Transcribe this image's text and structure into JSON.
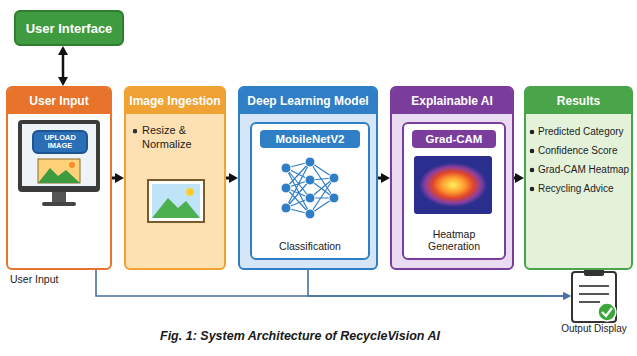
{
  "diagram": {
    "caption": "Fig. 1: System Architecture of RecycleVision AI",
    "nodes": [
      {
        "text": [
          "User Interface"
        ]
      },
      {
        "text": [
          "User Input"
        ]
      },
      {
        "text": [
          "UPLOAD IMAGE"
        ],
        "in": 1
      },
      {
        "text": [
          "Image Ingestion",
          "Resize & Normalize"
        ]
      },
      {
        "text": [
          "Deep Learning Model"
        ]
      },
      {
        "text": [
          "MobileNetV2",
          "Classification"
        ],
        "in": 4
      },
      {
        "text": [
          "Explainable AI"
        ]
      },
      {
        "text": [
          "Grad-CAM",
          "Heatmap Generation"
        ],
        "in": 6
      },
      {
        "text": [
          "Results",
          "Predicted Category",
          "Confidence Score",
          "Grad-CAM Heatmap",
          "Recycling Advice"
        ]
      },
      {
        "text": [
          "Output Display"
        ]
      }
    ],
    "edges": [
      {
        "from": 0,
        "to": 1,
        "arrow": "both"
      },
      {
        "from": 1,
        "to": 3,
        "arrow": "to"
      },
      {
        "from": 3,
        "to": 4,
        "arrow": "to"
      },
      {
        "from": 4,
        "to": 6,
        "arrow": "to"
      },
      {
        "from": 6,
        "to": 8,
        "arrow": "to"
      },
      {
        "from": 1,
        "to": 9,
        "arrow": "to"
      },
      {
        "from": 4,
        "to": 9,
        "arrow": "to"
      }
    ],
    "labels": [
      "User Input"
    ]
  }
}
